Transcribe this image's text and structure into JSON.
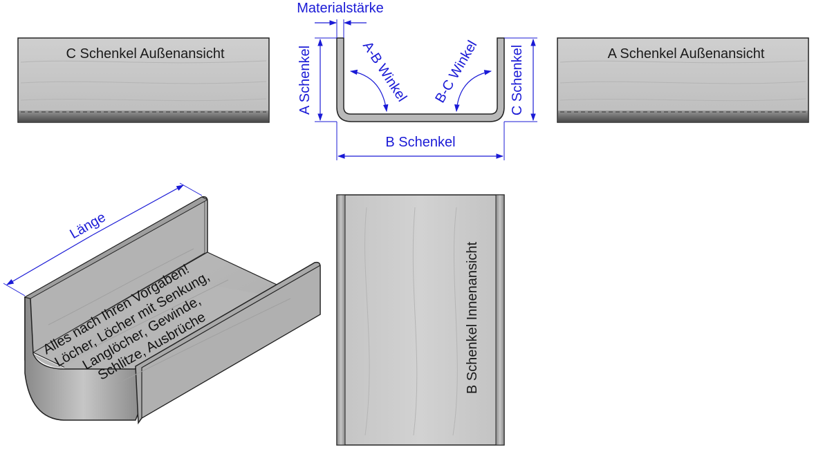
{
  "labels": {
    "c_outer": "C Schenkel Außenansicht",
    "a_outer": "A Schenkel Außenansicht",
    "b_inner": "B Schenkel Innenansicht"
  },
  "dimensions": {
    "material": "Materialstärke",
    "a_leg": "A Schenkel",
    "c_leg": "C Schenkel",
    "b_leg": "B Schenkel",
    "ab_angle": "A-B Winkel",
    "bc_angle": "B-C Winkel",
    "length": "Länge"
  },
  "note": {
    "line1": "Alles nach Ihren Vorgaben!",
    "line2": "Löcher, Löcher mit Senkung,",
    "line3": "Langlöcher, Gewinde,",
    "line4": "Schlitze, Ausbrüche"
  },
  "colors": {
    "dimension": "#1a1ad6",
    "metal": "#c8c8c8",
    "metal_dark": "#6e6e6e",
    "edge": "#222222"
  }
}
